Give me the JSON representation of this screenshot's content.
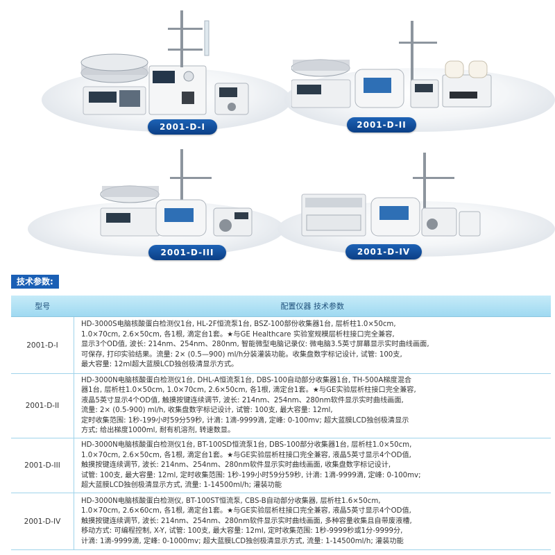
{
  "configs": [
    {
      "model": "2001-D-I"
    },
    {
      "model": "2001-D-II"
    },
    {
      "model": "2001-D-III"
    },
    {
      "model": "2001-D-IV"
    }
  ],
  "section_title": "技术参数:",
  "table": {
    "header_model": "型号",
    "header_params": "配置仪器  技术参数",
    "rows": [
      {
        "model": "2001-D-I",
        "params": "HD-3000S电脑核酸蛋白检测仪1台, HL-2F恒流泵1台, BSZ-100部份收集器1台, 层析柱1.0×50cm,\n1.0×70cm, 2.6×50cm, 各1根, 滴定台1套。★与GE Healthcare 实验室规模层析柱接口完全兼容,\n显示3个OD值, 波长: 214nm、254nm、280nm, 智能微型电脑记录仪: 微电脑3.5英寸屏幕显示实时曲线画面,\n可保存, 打印实验结果。流量: 2× (0.5—900) ml/h分装灌装功能。收集盘数字标记设计, 试管: 100支,\n最大容量: 12ml超大蓝膜LCD独创极清显示方式。"
      },
      {
        "model": "2001-D-II",
        "params": "HD-3000N电脑核酸蛋白检测仪1台, DHL-A恒流泵1台, DBS-100自动部分收集器1台, TH-500A梯度混合\n器1台, 层析柱1.0×50cm, 1.0×70cm, 2.6×50cm, 各1根, 滴定台1套。★与GE实验层析柱接口完全兼容,\n液晶5英寸显示4个OD值, 触摸按键连续调节, 波长: 214nm、254nm、280nm软件显示实时曲线画面,\n流量: 2× (0.5-900) ml/h, 收集盘数字标记设计, 试管: 100支, 最大容量: 12ml,\n定时收集范围: 1秒-199小时59分59秒, 计滴: 1滴-9999滴, 定峰: 0-100mv; 超大蓝膜LCD独创极清显示\n方式; 给出梯度1000ml, 耐有机溶剂, 转速数显。"
      },
      {
        "model": "2001-D-III",
        "params": "HD-3000N电脑核酸蛋白检测仪1台, BT-100SD恒流泵1台, DBS-100部分收集器1台, 层析柱1.0×50cm,\n1.0×70cm, 2.6×50cm, 各1根, 滴定台1套。★与GE实验层析柱接口完全兼容, 液晶5英寸显示4个OD值,\n触摸按键连续调节, 波长: 214nm、254nm、280nm软件显示实时曲线画面, 收集盘数字标记设计,\n试管: 100支, 最大容量: 12ml, 定时收集范围: 1秒-199小时59分59秒, 计滴: 1滴-9999滴, 定峰: 0-100mv;\n超大蓝膜LCD独创极清显示方式, 流量: 1-14500ml/h; 灌装功能"
      },
      {
        "model": "2001-D-IV",
        "params": "HD-3000N电脑核酸蛋白检测仪, BT-100ST恒流泵, CBS-B自动部分收集器, 层析柱1.6×50cm,\n1.0×70cm, 2.6×60cm, 各1根, 滴定台1套。★与GE实验层析柱接口完全兼容, 液晶5英寸显示4个OD值,\n触摸按键连续调节, 波长: 214nm、254nm、280nm软件显示实时曲线画面, 多种容量收集且自带废液槽,\n移动方式: 可编程控制, X-Y, 试管: 100支, 最大容量: 12ml, 定时收集范围: 1秒-9999秒或1分-9999分,\n计滴: 1滴-9999滴, 定峰: 0-1000mv; 超大蓝膜LCD独创极清显示方式, 流量: 1-14500ml/h; 灌装功能"
      }
    ]
  }
}
